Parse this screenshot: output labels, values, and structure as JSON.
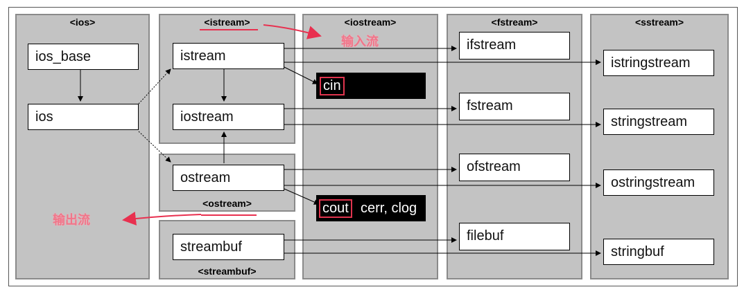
{
  "columns": {
    "ios": "<ios>",
    "iostream": "<iostream>",
    "fstream": "<fstream>",
    "sstream": "<sstream>"
  },
  "groups": {
    "istream": "<istream>",
    "ostream": "<ostream>",
    "streambuf": "<streambuf>"
  },
  "classes": {
    "ios_base": "ios_base",
    "ios": "ios",
    "istream": "istream",
    "iostream": "iostream",
    "ostream": "ostream",
    "streambuf": "streambuf",
    "ifstream": "ifstream",
    "fstream": "fstream",
    "ofstream": "ofstream",
    "filebuf": "filebuf",
    "istringstream": "istringstream",
    "stringstream": "stringstream",
    "ostringstream": "ostringstream",
    "stringbuf": "stringbuf"
  },
  "objects": {
    "cin": "cin",
    "cout": "cout",
    "cerr_clog": "cerr, clog"
  },
  "annotations": {
    "input": "输入流",
    "output": "输出流"
  },
  "colors": {
    "panel": "#c3c3c3",
    "highlight": "#e0344e",
    "annotation": "#f0768a"
  }
}
